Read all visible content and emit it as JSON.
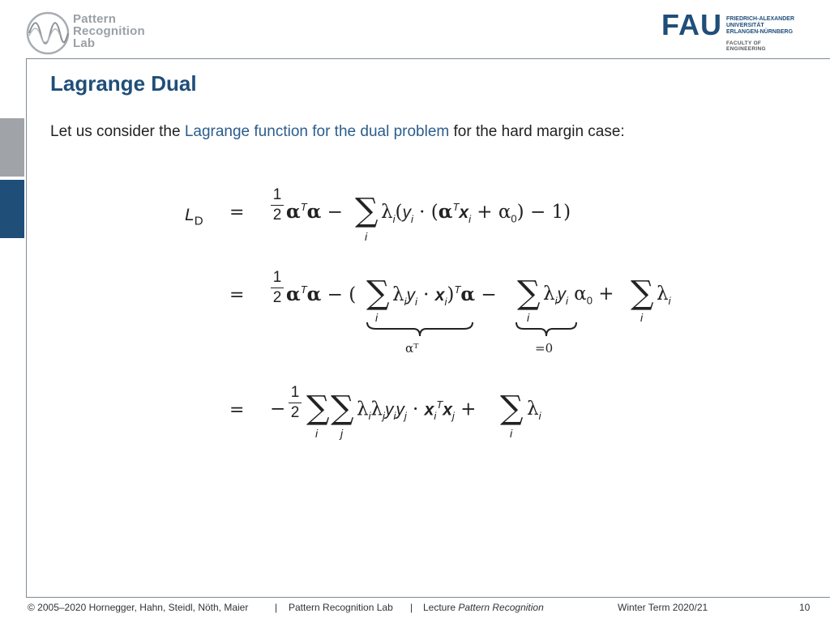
{
  "header": {
    "lab_logo_lines": [
      "Pattern",
      "Recognition",
      "Lab"
    ],
    "fau_mark": "FAU",
    "fau_lines": [
      "FRIEDRICH-ALEXANDER",
      "UNIVERSITÄT",
      "ERLANGEN-NÜRNBERG"
    ],
    "fau_faculty": "FACULTY OF ENGINEERING"
  },
  "slide": {
    "title": "Lagrange Dual",
    "intro_before": "Let us consider the ",
    "intro_link": "Lagrange function for the dual problem",
    "intro_after": " for the hard margin case:",
    "eq": {
      "lhs": "L",
      "lhs_sub": "D",
      "rel": "=",
      "half_num": "1",
      "half_den": "2",
      "sum_index_i": "i",
      "sum_index_j": "j",
      "under_alphaT": "αᵀ",
      "under_zero": "=0"
    }
  },
  "footer": {
    "copyright": "© 2005–2020 Hornegger, Hahn, Steidl, Nöth, Maier",
    "sep": "|",
    "lab": "Pattern Recognition Lab",
    "lecture_prefix": "Lecture ",
    "lecture_name": "Pattern Recognition",
    "term": "Winter Term 2020/21",
    "page": "10"
  },
  "colors": {
    "accent": "#1f4e79",
    "link": "#2b5d8c",
    "rule": "#7f8a94",
    "side_gray": "#a0a4a8"
  }
}
